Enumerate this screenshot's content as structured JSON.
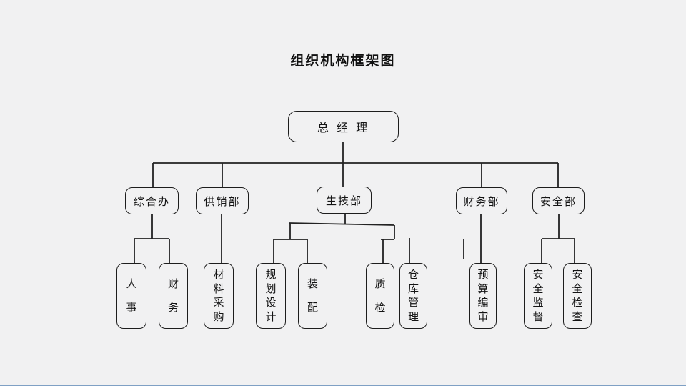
{
  "title": "组织机构框架图",
  "org_chart": {
    "root": {
      "label": "总 经 理"
    },
    "departments": [
      {
        "label": "综合办"
      },
      {
        "label": "供销部"
      },
      {
        "label": "生技部"
      },
      {
        "label": "财务部"
      },
      {
        "label": "安全部"
      }
    ],
    "units": [
      {
        "label": "人事"
      },
      {
        "label": "财务"
      },
      {
        "label": "材料采购"
      },
      {
        "label": "规划设计"
      },
      {
        "label": "装配"
      },
      {
        "label": "质检"
      },
      {
        "label": "仓库管理"
      },
      {
        "label": "预算编审"
      },
      {
        "label": "安全监督"
      },
      {
        "label": "安全检查"
      }
    ]
  },
  "colors": {
    "background": "#f1f1f2",
    "line": "#222222",
    "bottom_edge": "#7fa0c4"
  }
}
